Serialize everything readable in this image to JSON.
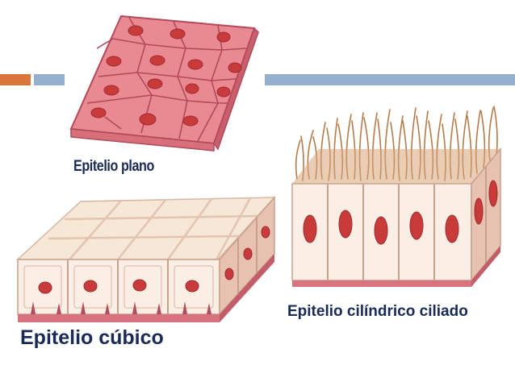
{
  "colors": {
    "accent_orange": "#d9743a",
    "accent_blue": "#94b0cc",
    "cell_pink": "#e98a93",
    "cell_border": "#b3485a",
    "nucleus": "#c93a3a",
    "cube_top": "#f6e7d7",
    "cube_front": "#fbeee4",
    "label_text": "#1a2a57"
  },
  "labels": {
    "plano": "Epitelio plano",
    "cubico": "Epitelio cúbico",
    "cilindrico": "Epitelio cilíndrico ciliado"
  }
}
